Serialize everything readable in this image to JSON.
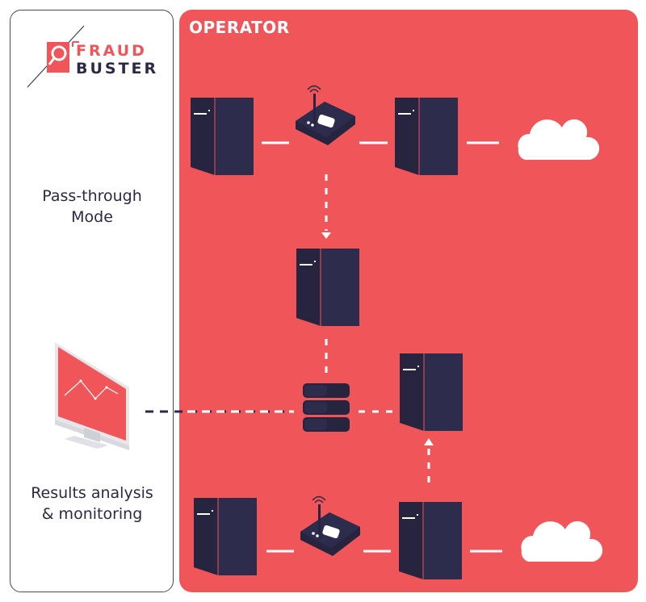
{
  "logo": {
    "line1": "FRAUD",
    "line2": "BUSTER"
  },
  "left_panel": {
    "mode_label": "Pass-through\nMode",
    "results_label": "Results analysis\n& monitoring"
  },
  "operator": {
    "title": "OPERATOR"
  },
  "colors": {
    "accent": "#ef5559",
    "navy": "#2b2a45",
    "server_dark": "#26243f",
    "white": "#ffffff"
  },
  "icons": [
    "fraudbuster-logo-icon",
    "server-icon",
    "router-icon",
    "cloud-icon",
    "database-icon",
    "monitor-icon"
  ]
}
